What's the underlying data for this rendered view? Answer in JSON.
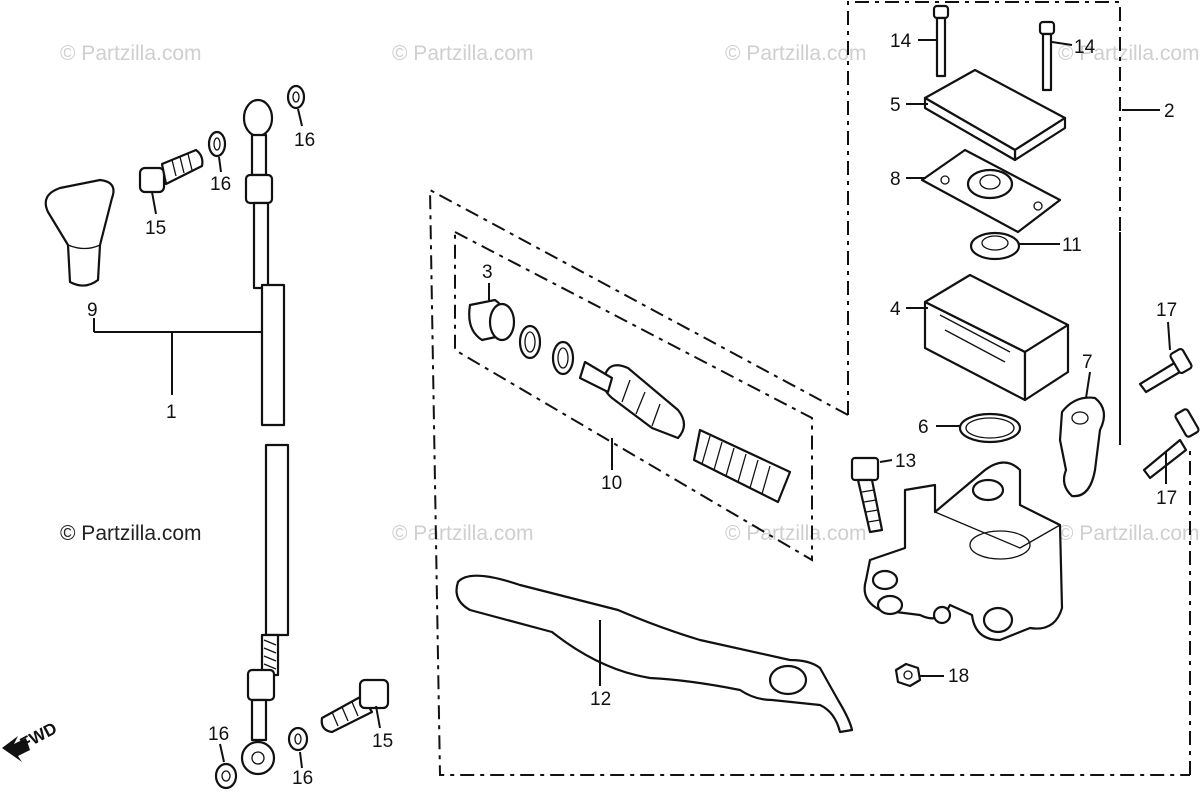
{
  "watermarks": {
    "w1": "© Partzilla.com",
    "w2": "© Partzilla.com",
    "w3": "© Partzilla.com",
    "w4": "© Partzilla.com",
    "w5": "© Partzilla.com",
    "w6": "© Partzilla.com",
    "w7": "© Partzilla.com",
    "dark": "© Partzilla.com"
  },
  "fwd_label": "FWD",
  "callouts": {
    "c1": "1",
    "c2": "2",
    "c3": "3",
    "c4": "4",
    "c5": "5",
    "c6": "6",
    "c7": "7",
    "c8": "8",
    "c9": "9",
    "c10": "10",
    "c11": "11",
    "c12": "12",
    "c13": "13",
    "c14a": "14",
    "c14b": "14",
    "c15a": "15",
    "c15b": "15",
    "c16a": "16",
    "c16b": "16",
    "c16c": "16",
    "c16d": "16",
    "c17a": "17",
    "c17b": "17",
    "c18": "18"
  }
}
